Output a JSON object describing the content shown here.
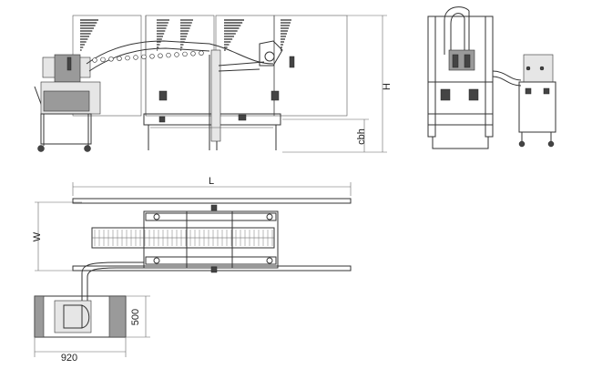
{
  "diagram": {
    "dimension_labels": {
      "length": "L",
      "width": "W",
      "height": "H",
      "conveyor_belt_height": "cbh",
      "unit_depth": "500",
      "unit_width": "920"
    }
  }
}
